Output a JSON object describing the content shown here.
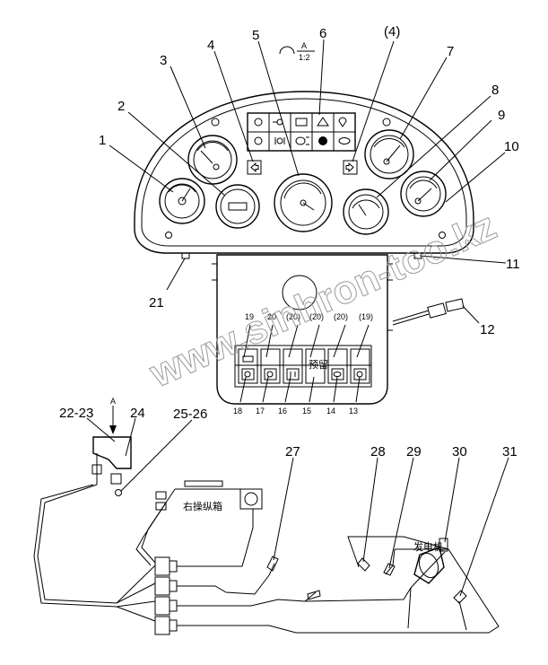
{
  "callouts": {
    "n1": "1",
    "n2": "2",
    "n3": "3",
    "n4": "4",
    "n5": "5",
    "n6": "6",
    "n4p": "(4)",
    "n7": "7",
    "n8": "8",
    "n9": "9",
    "n10": "10",
    "n11": "11",
    "n12": "12",
    "n21": "21",
    "n13": "13",
    "n14": "14",
    "n15": "15",
    "n16": "16",
    "n17": "17",
    "n18": "18",
    "s19": "19",
    "s20": "20",
    "s20a": "(20)",
    "s20b": "(20)",
    "s20c": "(20)",
    "s19b": "(19)",
    "n22_23": "22-23",
    "n24": "24",
    "n25_26": "25-26",
    "n27": "27",
    "n28": "28",
    "n29": "29",
    "n30": "30",
    "n31": "31"
  },
  "view_marker": {
    "letter": "A",
    "scale": "1:2"
  },
  "arrow_A": "A",
  "labels": {
    "reserved": "预留",
    "right_control_box": "右操纵箱",
    "generator": "发电机"
  },
  "watermark": "www.sinhron-too.kz"
}
